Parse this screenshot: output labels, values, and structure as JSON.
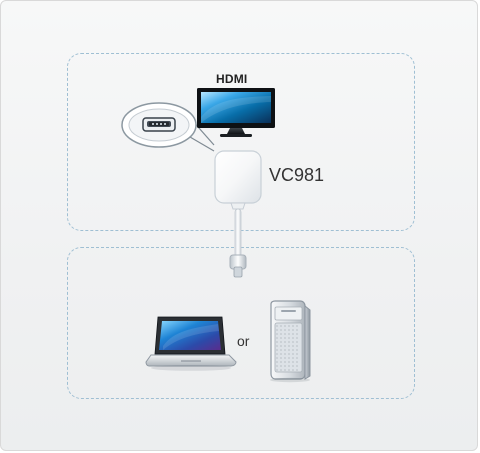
{
  "diagram": {
    "labels": {
      "display_port": "HDMI",
      "device_model": "VC981",
      "alternative": "or"
    },
    "icons": {
      "monitor": "hdmi-monitor-icon",
      "zoom": "hdmi-port-zoom-icon",
      "adapter": "adapter-icon",
      "laptop": "laptop-icon",
      "tower": "desktop-tower-icon"
    }
  }
}
